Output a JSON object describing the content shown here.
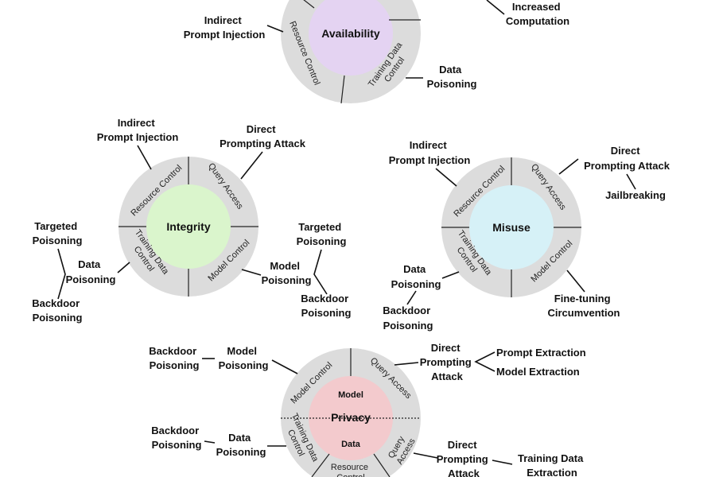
{
  "availability": {
    "center": "Availability",
    "ring": {
      "resource_control": "Resource Control",
      "training_data_control": "Training Data Control"
    },
    "ann": {
      "indirect": [
        "Indirect",
        "Prompt Injection"
      ],
      "increased": [
        "Increased",
        "Computation"
      ],
      "data_poisoning": [
        "Data",
        "Poisoning"
      ]
    }
  },
  "integrity": {
    "center": "Integrity",
    "ring": {
      "resource_control": "Resource Control",
      "query_access": "Query Access",
      "training_data_control": "Training Data Control",
      "model_control": "Model Control"
    },
    "ann": {
      "indirect": [
        "Indirect",
        "Prompt Injection"
      ],
      "direct": [
        "Direct",
        "Prompting Attack"
      ],
      "targeted_left": [
        "Targeted",
        "Poisoning"
      ],
      "data_poisoning": [
        "Data",
        "Poisoning"
      ],
      "backdoor_left": [
        "Backdoor",
        "Poisoning"
      ],
      "targeted_right": [
        "Targeted",
        "Poisoning"
      ],
      "model_poisoning": [
        "Model",
        "Poisoning"
      ],
      "backdoor_right": [
        "Backdoor",
        "Poisoning"
      ]
    }
  },
  "misuse": {
    "center": "Misuse",
    "ring": {
      "resource_control": "Resource Control",
      "query_access": "Query Access",
      "training_data_control": "Training Data Control",
      "model_control": "Model Control"
    },
    "ann": {
      "indirect": [
        "Indirect",
        "Prompt Injection"
      ],
      "direct": [
        "Direct",
        "Prompting Attack"
      ],
      "jailbreaking": "Jailbreaking",
      "data_poisoning": [
        "Data",
        "Poisoning"
      ],
      "backdoor": [
        "Backdoor",
        "Poisoning"
      ],
      "finetuning": [
        "Fine-tuning",
        "Circumvention"
      ]
    }
  },
  "privacy": {
    "center": "Privacy",
    "center_top": "Model",
    "center_bottom": "Data",
    "ring": {
      "model_control": "Model Control",
      "query_access_top": "Query Access",
      "training_data_control": "Training Data Control",
      "query_access_bottom": "Query Access",
      "resource_control": "Resource Control"
    },
    "ann": {
      "backdoor_top": [
        "Backdoor",
        "Poisoning"
      ],
      "model_poisoning": [
        "Model",
        "Poisoning"
      ],
      "direct_top": [
        "Direct",
        "Prompting",
        "Attack"
      ],
      "prompt_extraction": "Prompt Extraction",
      "model_extraction": "Model Extraction",
      "backdoor_bottom": [
        "Backdoor",
        "Poisoning"
      ],
      "data_poisoning": [
        "Data",
        "Poisoning"
      ],
      "direct_bottom": [
        "Direct",
        "Prompting",
        "Attack"
      ],
      "training_data_extraction": [
        "Training Data",
        "Extraction"
      ]
    }
  }
}
